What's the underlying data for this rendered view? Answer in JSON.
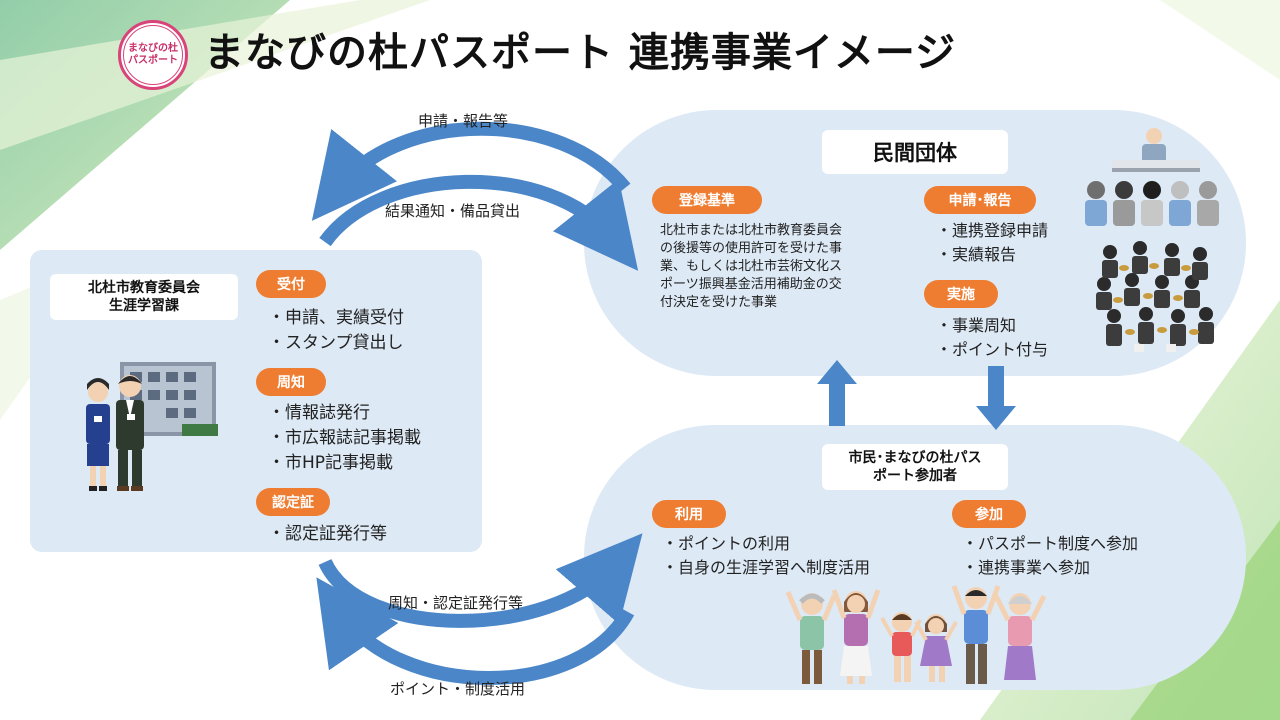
{
  "header": {
    "logo_line1": "まなびの杜",
    "logo_line2": "パスポート",
    "title": "まなびの杜パスポート 連携事業イメージ"
  },
  "arrows": {
    "top_upper": "申請・報告等",
    "top_lower": "結果通知・備品貸出",
    "bottom_upper": "周知・認定証発行等",
    "bottom_lower": "ポイント・制度活用"
  },
  "board": {
    "name_line1": "北杜市教育委員会",
    "name_line2": "生涯学習課",
    "sections": [
      {
        "tag": "受付",
        "items": [
          "・申請、実績受付",
          "・スタンプ貸出し"
        ]
      },
      {
        "tag": "周知",
        "items": [
          "・情報誌発行",
          "・市広報誌記事掲載",
          "・市HP記事掲載"
        ]
      },
      {
        "tag": "認定証",
        "items": [
          "・認定証発行等"
        ]
      }
    ]
  },
  "private_group": {
    "name": "民間団体",
    "criteria_tag": "登録基準",
    "criteria_text": [
      "北杜市または北杜市教育委員会",
      "の後援等の使用許可を受けた事",
      "業、もしくは北杜市芸術文化ス",
      "ポーツ振興基金活用補助金の交",
      "付決定を受けた事業"
    ],
    "apply_tag": "申請･報告",
    "apply_items": [
      "・連携登録申請",
      "・実績報告"
    ],
    "run_tag": "実施",
    "run_items": [
      "・事業周知",
      "・ポイント付与"
    ]
  },
  "citizens": {
    "name_line1": "市民･まなびの杜パス",
    "name_line2": "ポート参加者",
    "use_tag": "利用",
    "use_items": [
      "・ポイントの利用",
      "・自身の生涯学習へ制度活用"
    ],
    "join_tag": "参加",
    "join_items": [
      "・パスポート制度へ参加",
      "・連携事業へ参加"
    ]
  },
  "colors": {
    "panel": "#dde9f5",
    "tag": "#ee7d31",
    "arrow": "#4a86c8",
    "accent_pink": "#d8437a"
  }
}
